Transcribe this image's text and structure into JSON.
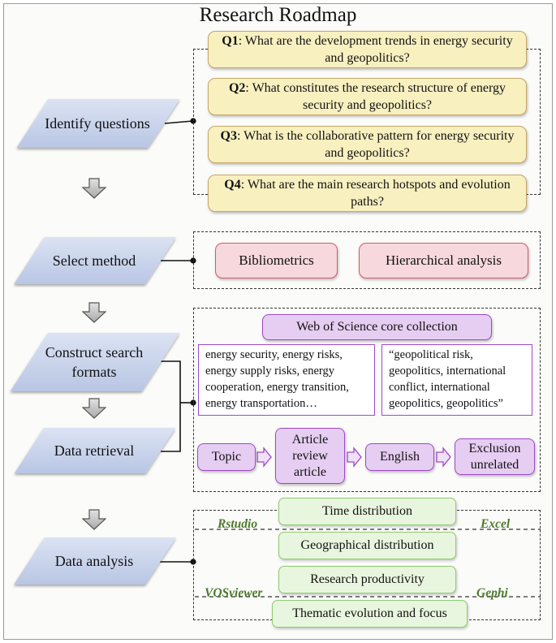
{
  "title": "Research Roadmap",
  "steps": [
    {
      "label": "Identify questions"
    },
    {
      "label": "Select method"
    },
    {
      "label": "Construct search formats"
    },
    {
      "label": "Data retrieval"
    },
    {
      "label": "Data analysis"
    }
  ],
  "questions": [
    {
      "id": "Q1",
      "text": ": What are the development trends in energy security and geopolitics?"
    },
    {
      "id": "Q2",
      "text": ": What constitutes the research structure of energy security and geopolitics?"
    },
    {
      "id": "Q3",
      "text": ": What is the collaborative pattern for energy security and geopolitics?"
    },
    {
      "id": "Q4",
      "text": ": What are the main research hotspots and evolution paths?"
    }
  ],
  "methods": [
    "Bibliometrics",
    "Hierarchical analysis"
  ],
  "search": {
    "database": "Web of Science core collection",
    "keywords_energy": "energy security, energy risks, energy supply risks, energy cooperation, energy transition, energy transportation…",
    "keywords_geo": "“geopolitical risk, geopolitics, international conflict, international geopolitics, geopolitics”",
    "filters": [
      "Topic",
      "Article review article",
      "English",
      "Exclusion unrelated"
    ]
  },
  "analysis": {
    "items": [
      "Time distribution",
      "Geographical distribution",
      "Research productivity",
      "Thematic evolution and focus"
    ],
    "tools": [
      "Rstudio",
      "Excel",
      "VOSviewer",
      "Gephi"
    ]
  },
  "colors": {
    "step_fill": "#c6d1eb",
    "question_fill": "#f9f0c0",
    "method_fill": "#f7d8dc",
    "search_fill": "#e6cdf2",
    "analysis_fill": "#e9f6df",
    "tool_text": "#4d7a2c"
  }
}
